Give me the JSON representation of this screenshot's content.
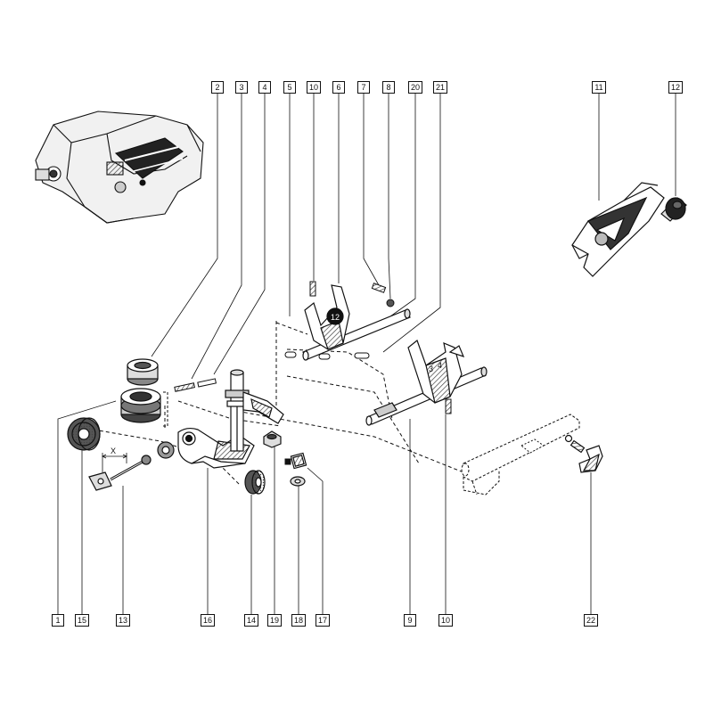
{
  "diagram": {
    "type": "exploded-parts-view",
    "colors": {
      "ink": "#111111",
      "paper": "#ffffff",
      "shade": "#555555"
    },
    "callouts_top": [
      "2",
      "3",
      "4",
      "5",
      "10",
      "6",
      "7",
      "8",
      "20",
      "21",
      "11",
      "12"
    ],
    "callouts_bottom": [
      "1",
      "15",
      "13",
      "16",
      "14",
      "19",
      "18",
      "17",
      "9",
      "10",
      "22"
    ],
    "dimension_label": "X"
  }
}
